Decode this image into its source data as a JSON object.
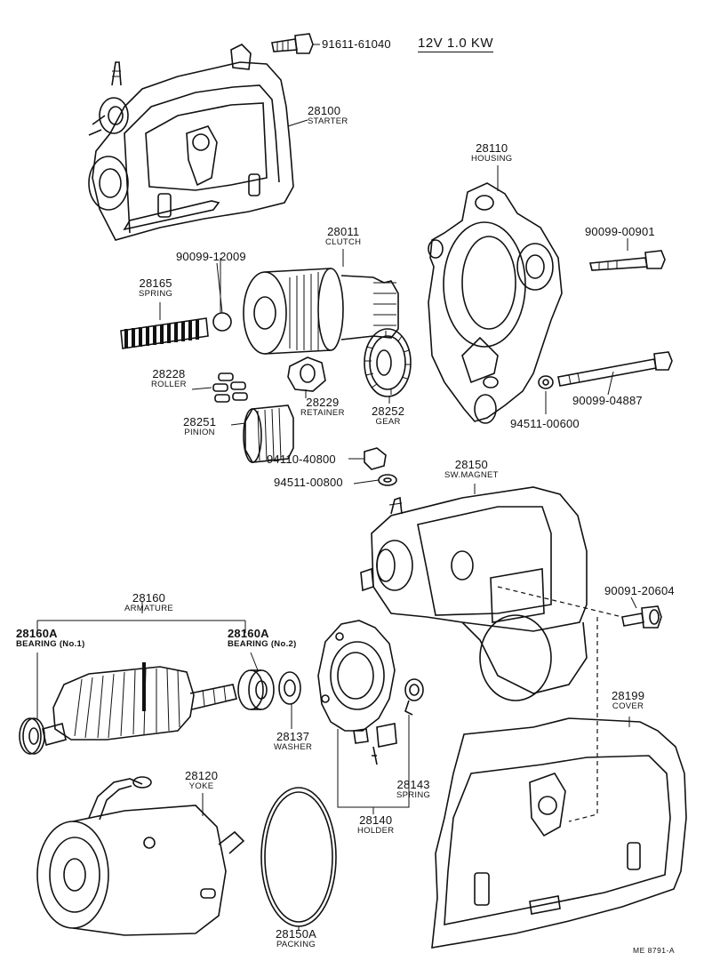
{
  "heading": "12V 1.0 KW",
  "drawing_code": "ME  8791-A",
  "parts": {
    "bolt_top": {
      "number": "91611-61040"
    },
    "starter": {
      "number": "28100",
      "name": "STARTER"
    },
    "housing": {
      "number": "28110",
      "name": "HOUSING"
    },
    "bolt_housing": {
      "number": "90099-00901"
    },
    "clutch": {
      "number": "28011",
      "name": "CLUTCH"
    },
    "ring": {
      "number": "90099-12009"
    },
    "spring": {
      "number": "28165",
      "name": "SPRING"
    },
    "roller": {
      "number": "28228",
      "name": "ROLLER"
    },
    "retainer": {
      "number": "28229",
      "name": "RETAINER"
    },
    "gear": {
      "number": "28252",
      "name": "GEAR"
    },
    "pinion": {
      "number": "28251",
      "name": "PINION"
    },
    "through_bolt": {
      "number": "90099-04887"
    },
    "washer_housing": {
      "number": "94511-00600"
    },
    "nut": {
      "number": "94110-40800"
    },
    "washer_nut": {
      "number": "94511-00800"
    },
    "sw_magnet": {
      "number": "28150",
      "name": "SW.MAGNET"
    },
    "screw_cover": {
      "number": "90091-20604"
    },
    "armature": {
      "number": "28160",
      "name": "ARMATURE"
    },
    "bearing1": {
      "number": "28160A",
      "name": "BEARING (No.1)"
    },
    "bearing2": {
      "number": "28160A",
      "name": "BEARING (No.2)"
    },
    "washer": {
      "number": "28137",
      "name": "WASHER"
    },
    "cover": {
      "number": "28199",
      "name": "COVER"
    },
    "brush_spring": {
      "number": "28143",
      "name": "SPRING"
    },
    "holder": {
      "number": "28140",
      "name": "HOLDER"
    },
    "yoke": {
      "number": "28120",
      "name": "YOKE"
    },
    "packing": {
      "number": "28150A",
      "name": "PACKING"
    }
  }
}
